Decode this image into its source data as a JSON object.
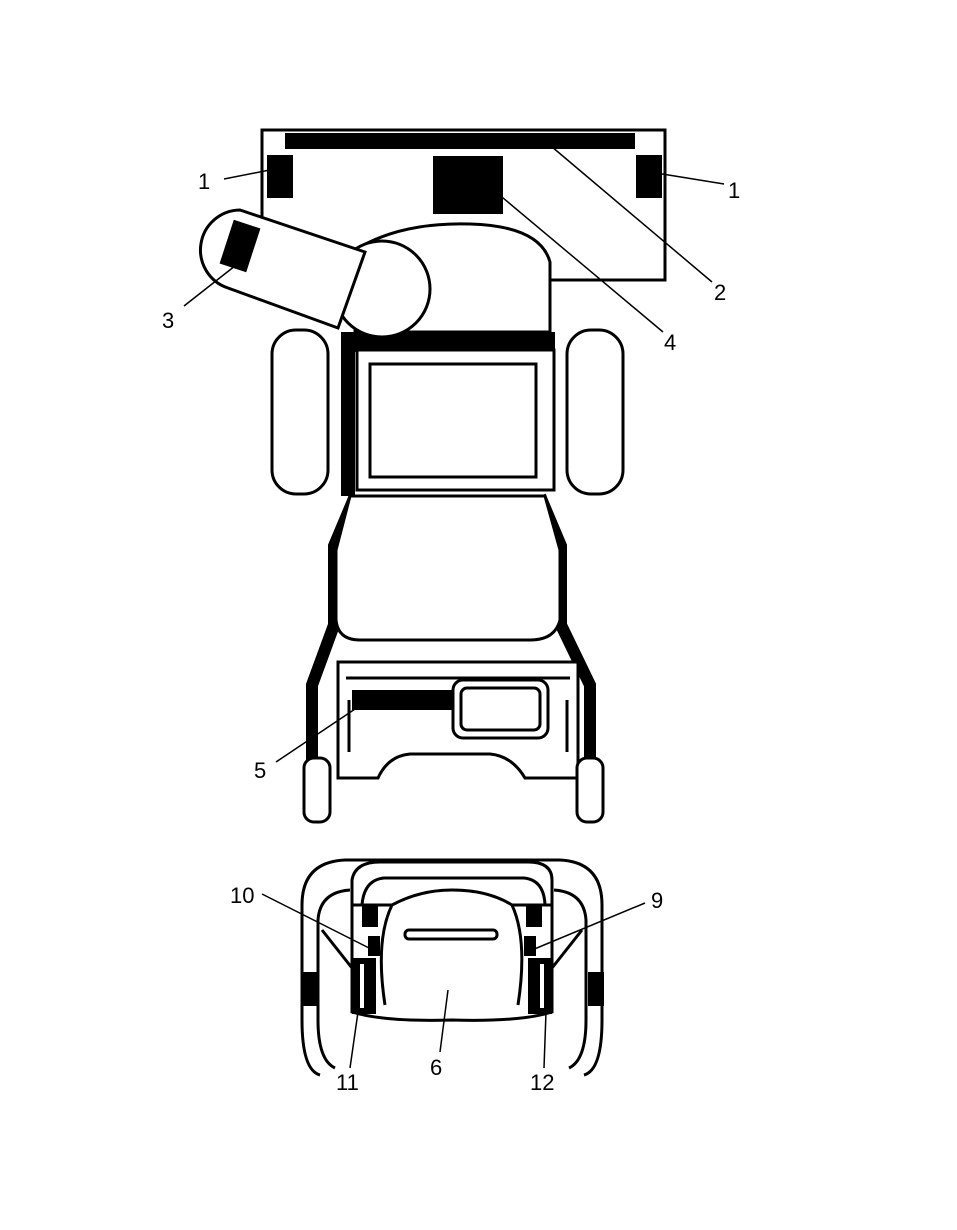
{
  "colors": {
    "ink": "#000000",
    "paper": "#ffffff"
  },
  "callouts": {
    "c1_left": "1",
    "c1_right": "1",
    "c2": "2",
    "c3": "3",
    "c4": "4",
    "c5": "5",
    "c6": "6",
    "c9": "9",
    "c10": "10",
    "c11": "11",
    "c12": "12"
  }
}
